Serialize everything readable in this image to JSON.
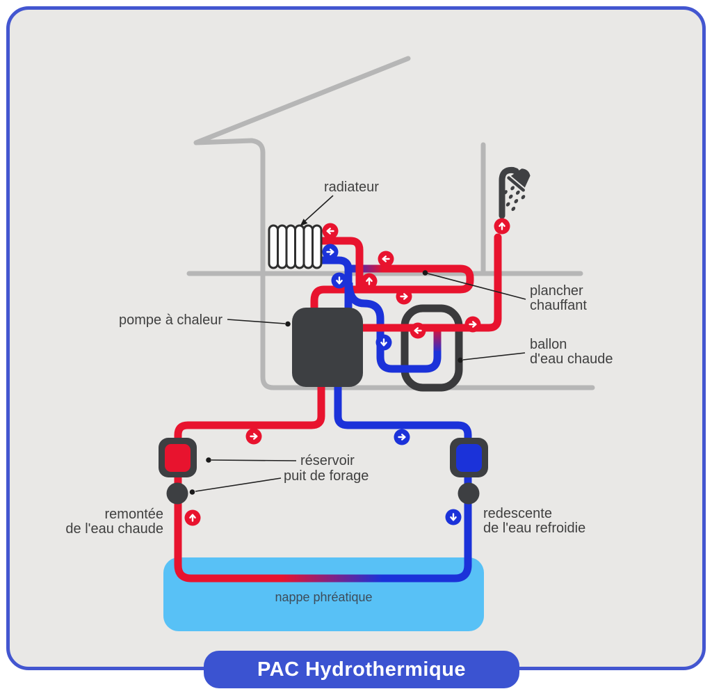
{
  "title": "PAC Hydrothermique",
  "labels": {
    "radiator": "radiateur",
    "heat_pump": "pompe à chaleur",
    "floor_heating": "plancher\nchauffant",
    "hot_water_tank": "ballon\nd'eau chaude",
    "reservoir": "réservoir",
    "borehole": "puit de forage",
    "warm_water_rise": "remontée\nde l'eau chaude",
    "cooled_water_descent": "redescente\nde l'eau refroidie",
    "groundwater": "nappe phréatique"
  },
  "colors": {
    "hot_pipe": "#e8132e",
    "cold_pipe": "#1b32d9",
    "banner": "#3b53d1",
    "frame_border": "#4356d0",
    "background": "#e9e8e6",
    "house_lines": "#b6b6b6",
    "dark_elements": "#3d3f42",
    "groundwater_fill": "#58c1f6",
    "label_text": "#3f3f3f"
  },
  "icons": [
    {
      "name": "flow-left-radiator-supply-icon",
      "direction": "left",
      "color": "hot"
    },
    {
      "name": "flow-right-radiator-return-icon",
      "direction": "right",
      "color": "cold"
    },
    {
      "name": "flow-down-to-pump-icon",
      "direction": "down",
      "color": "cold"
    },
    {
      "name": "flow-up-to-radiator-icon",
      "direction": "up",
      "color": "hot"
    },
    {
      "name": "flow-left-floor-return-icon",
      "direction": "left",
      "color": "hot"
    },
    {
      "name": "flow-right-floor-supply-icon",
      "direction": "right",
      "color": "hot"
    },
    {
      "name": "flow-left-tank-icon",
      "direction": "left",
      "color": "hot"
    },
    {
      "name": "flow-down-tank-coil-icon",
      "direction": "down",
      "color": "cold"
    },
    {
      "name": "flow-right-to-shower-icon",
      "direction": "right",
      "color": "hot"
    },
    {
      "name": "flow-up-shower-riser-icon",
      "direction": "up",
      "color": "hot"
    },
    {
      "name": "flow-right-to-left-well-icon",
      "direction": "right",
      "color": "hot"
    },
    {
      "name": "flow-right-to-right-well-icon",
      "direction": "right",
      "color": "cold"
    },
    {
      "name": "flow-up-warm-rise-icon",
      "direction": "up",
      "color": "hot"
    },
    {
      "name": "flow-down-cooled-descent-icon",
      "direction": "down",
      "color": "cold"
    }
  ]
}
